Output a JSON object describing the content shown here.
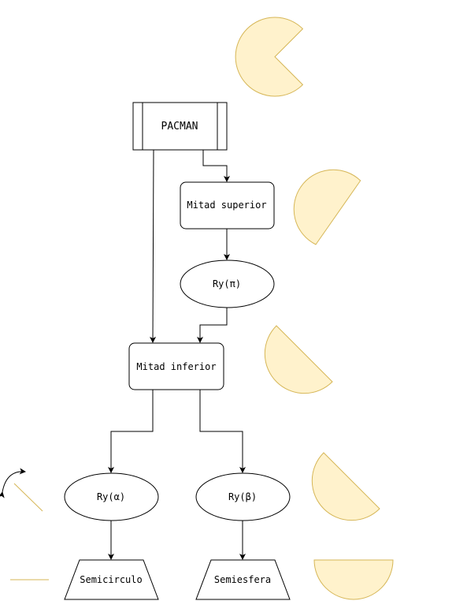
{
  "colors": {
    "stroke": "#000000",
    "shape_fill": "#FFF2CC",
    "shape_stroke": "#D6B656",
    "background": "#FFFFFF"
  },
  "nodes": {
    "pacman": "PACMAN",
    "top_half": "Mitad superior",
    "ry_pi": "Ry(π)",
    "bottom_half": "Mitad inferior",
    "ry_alpha": "Ry(α)",
    "ry_beta": "Ry(β)",
    "semicircle": "Semicirculo",
    "hemisphere": "Semiesfera"
  },
  "icons": {
    "rotation": "curved-rotation-arrow-icon"
  }
}
